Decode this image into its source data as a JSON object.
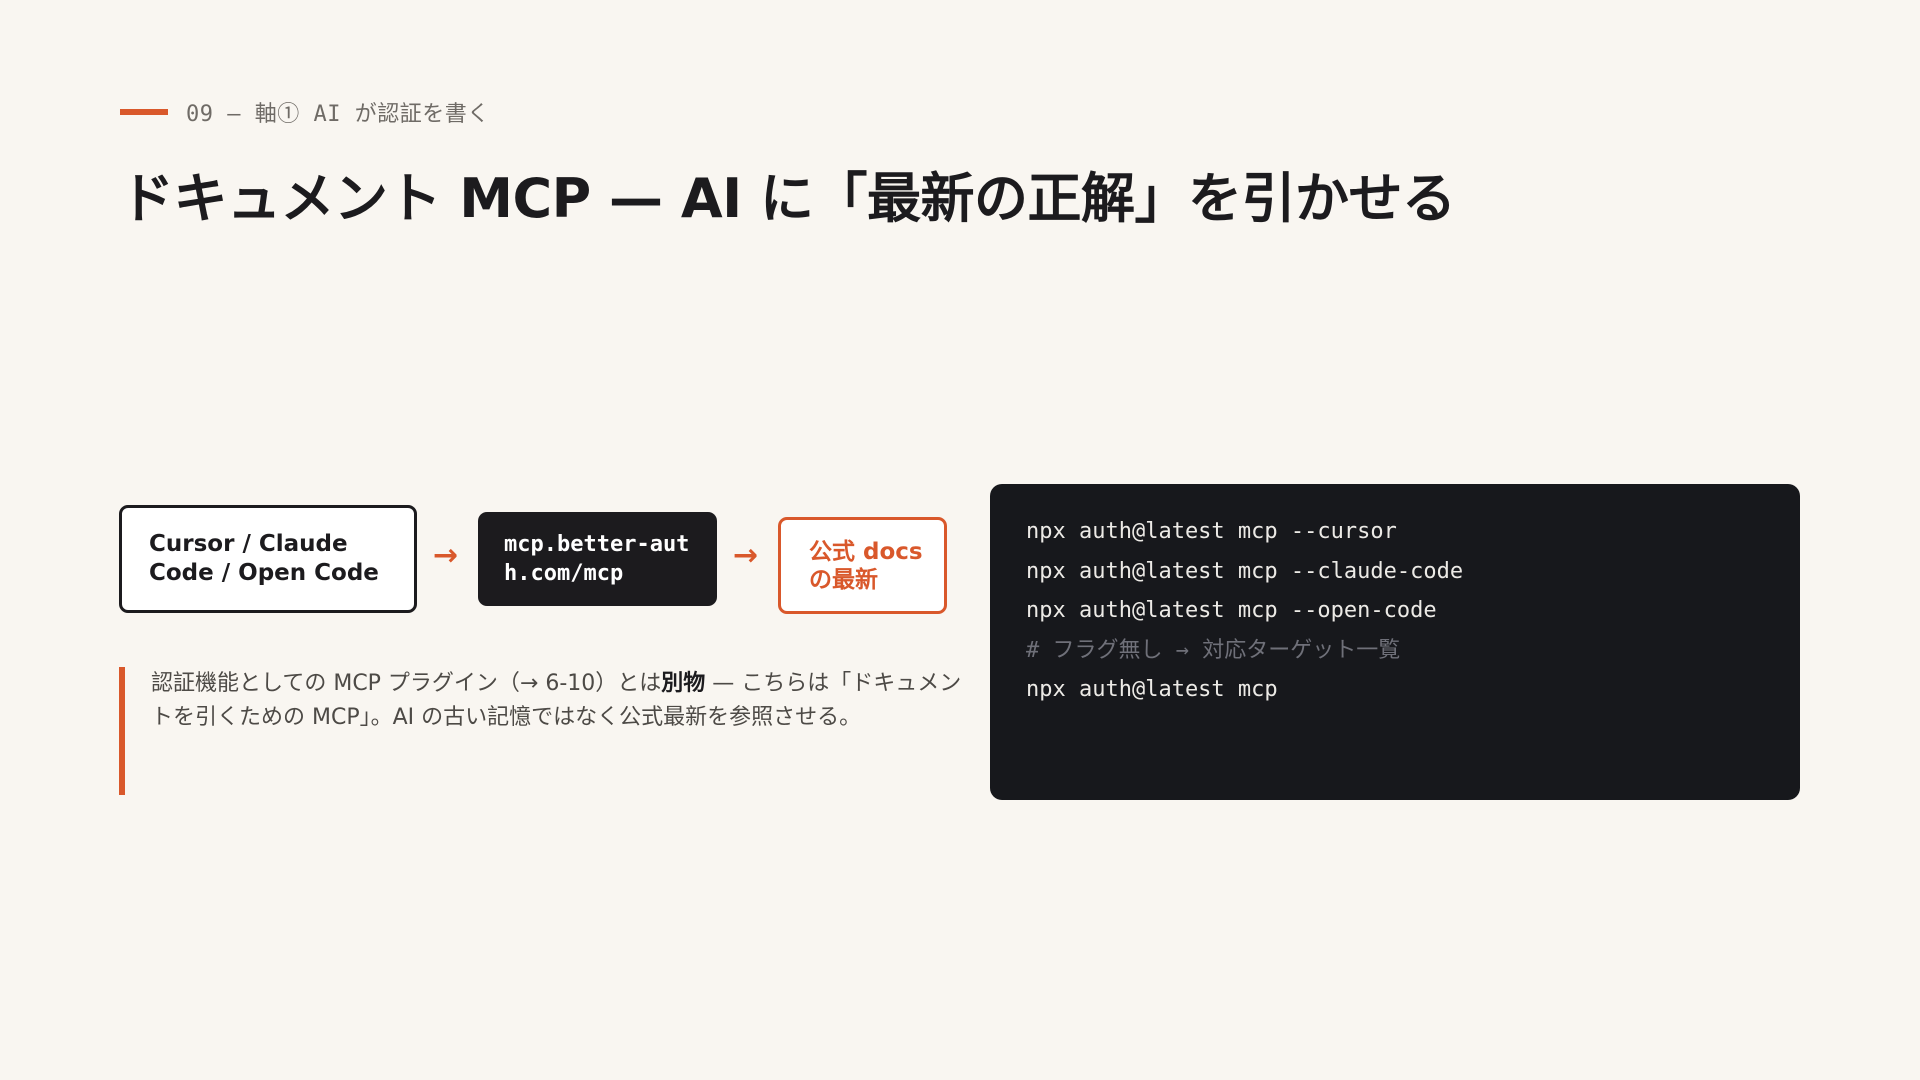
{
  "header": {
    "eyebrow": "09 — 軸① AI が認証を書く",
    "title": "ドキュメント MCP — AI に「最新の正解」を引かせる"
  },
  "flow": {
    "client_label": "Cursor / Claude Code / Open Code",
    "mcp_url": "mcp.better-auth.com/mcp",
    "docs_label": "公式 docs の最新",
    "arrow_1": "→",
    "arrow_2": "→"
  },
  "note": {
    "text_before": "認証機能としての MCP プラグイン（→ 6-10）とは",
    "text_bold": "別物",
    "text_after": " — こちらは「ドキュメントを引くための MCP」。AI の古い記憶ではなく公式最新を参照させる。"
  },
  "code": {
    "lines": [
      "npx auth@latest mcp --cursor",
      "npx auth@latest mcp --claude-code",
      "npx auth@latest mcp --open-code",
      "# フラグ無し → 対応ターゲット一覧",
      "npx auth@latest mcp"
    ]
  },
  "colors": {
    "accent": "#d9582b",
    "background": "#f9f6f1",
    "dark": "#1c1b1e",
    "code_background": "#17181c"
  }
}
